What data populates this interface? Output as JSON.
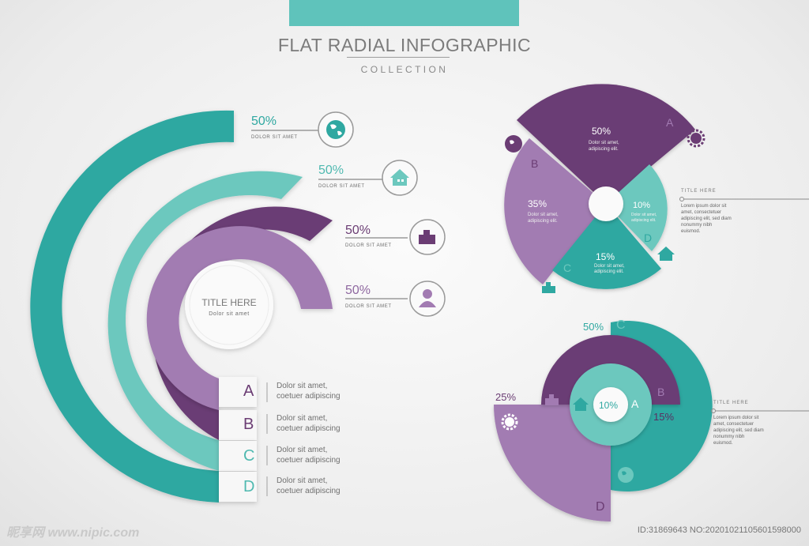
{
  "header": {
    "title": "FLAT RADIAL INFOGRAPHIC",
    "subtitle": "COLLECTION"
  },
  "colors": {
    "teal_dark": "#2fa8a1",
    "teal_light": "#6cc8be",
    "purple_dark": "#6b3d74",
    "purple_light": "#a27bb2",
    "text_gray": "#707070"
  },
  "radial_bars": {
    "center_title": "TITLE HERE",
    "center_subtitle": "Dolor sit amet",
    "items": [
      {
        "percent": "50%",
        "label": "DOLOR SIT AMET",
        "icon": "globe-icon",
        "color": "#2fa8a1"
      },
      {
        "percent": "50%",
        "label": "DOLOR SIT AMET",
        "icon": "home-icon",
        "color": "#6cc8be"
      },
      {
        "percent": "50%",
        "label": "DOLOR SIT AMET",
        "icon": "puzzle-icon",
        "color": "#6b3d74"
      },
      {
        "percent": "50%",
        "label": "DOLOR SIT AMET",
        "icon": "user-icon",
        "color": "#a27bb2"
      }
    ]
  },
  "legend": [
    {
      "letter": "A",
      "line1": "Dolor sit amet,",
      "line2": "coetuer adipiscing"
    },
    {
      "letter": "B",
      "line1": "Dolor sit amet,",
      "line2": "coetuer adipiscing"
    },
    {
      "letter": "C",
      "line1": "Dolor sit amet,",
      "line2": "coetuer adipiscing"
    },
    {
      "letter": "D",
      "line1": "Dolor sit amet,",
      "line2": "coetuer adipiscing"
    }
  ],
  "pie_chart": {
    "segments": [
      {
        "letter": "A",
        "percent": "50%",
        "text1": "Dolor sit amet,",
        "text2": "adipiscing elit."
      },
      {
        "letter": "B",
        "percent": "35%",
        "text1": "Dolor sit amet,",
        "text2": "adipiscing elit."
      },
      {
        "letter": "C",
        "percent": "15%",
        "text1": "Dolor sit amet,",
        "text2": "adipiscing elit."
      },
      {
        "letter": "D",
        "percent": "10%",
        "text1": "Dolor sit amet,",
        "text2": "adipiscing elit."
      }
    ],
    "note_title": "TITLE HERE",
    "note_lines": [
      "Lorem ipsum dolor sit",
      "amet, consectetuer",
      "adipiscing elit, sed diam",
      "nonummy nibh",
      "euismod."
    ]
  },
  "ring_chart": {
    "center": "10%",
    "labels": [
      {
        "letter": "A",
        "percent": "10%"
      },
      {
        "letter": "B",
        "percent": "15%"
      },
      {
        "letter": "C",
        "percent": "50%"
      },
      {
        "letter": "D",
        "percent": "25%"
      }
    ],
    "note_title": "TITLE HERE",
    "note_lines": [
      "Lorem ipsum dolor sit",
      "amet, consectetuer",
      "adipiscing elit, sed diam",
      "nonummy nibh",
      "euismod."
    ]
  },
  "watermark": {
    "left": "昵享网 www.nipic.com",
    "right": "ID:31869643 NO:20201021105601598000"
  }
}
